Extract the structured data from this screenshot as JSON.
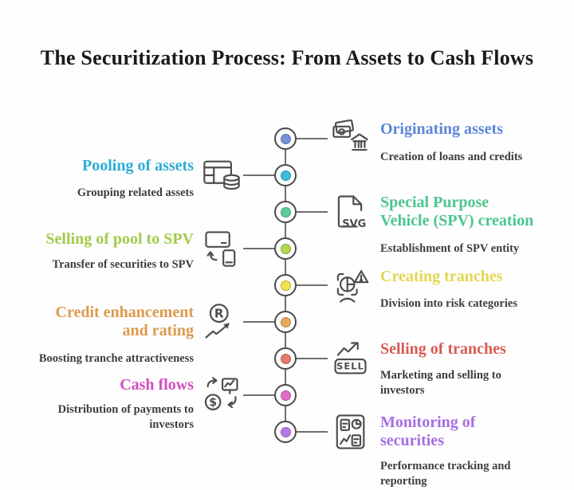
{
  "title": "The Securitization Process: From Assets to Cash Flows",
  "colors": {
    "heading": "#1b1b1b",
    "subtitle": "#3d3d3d",
    "icon": "#4d4d4d",
    "timeline_line": "#6f6f6f",
    "node_ring": "#4a4a4a"
  },
  "steps": [
    {
      "title": "Originating assets",
      "title_lines": [
        "Originating assets"
      ],
      "subtitle": "Creation of loans and credits",
      "subtitle_lines": [
        "Creation of loans and credits"
      ],
      "side": "right",
      "color": "#5b85d8",
      "node_color": "#7492da",
      "icon": "bank-money-icon"
    },
    {
      "title": "Pooling of assets",
      "title_lines": [
        "Pooling of assets"
      ],
      "subtitle": "Grouping related assets",
      "subtitle_lines": [
        "Grouping related assets"
      ],
      "side": "left",
      "color": "#2cacd6",
      "node_color": "#3dbcdc",
      "icon": "table-database-icon"
    },
    {
      "title": "Special Purpose Vehicle (SPV) creation",
      "title_lines": [
        "Special Purpose",
        "Vehicle (SPV) creation"
      ],
      "subtitle": "Establishment of SPV entity",
      "subtitle_lines": [
        "Establishment of SPV entity"
      ],
      "side": "right",
      "color": "#4bc68e",
      "node_color": "#5bcd96",
      "icon": "svg-file-icon",
      "icon_text": "SVG"
    },
    {
      "title": "Selling of pool to SPV",
      "title_lines": [
        "Selling of pool to SPV"
      ],
      "subtitle": "Transfer of securities to SPV",
      "subtitle_lines": [
        "Transfer of securities to SPV"
      ],
      "side": "left",
      "color": "#a2cb4b",
      "node_color": "#b1d84f",
      "icon": "card-transfer-icon"
    },
    {
      "title": "Creating tranches",
      "title_lines": [
        "Creating tranches"
      ],
      "subtitle": "Division into risk categories",
      "subtitle_lines": [
        "Division into risk categories"
      ],
      "side": "right",
      "color": "#e3d74f",
      "node_color": "#eee24f",
      "icon": "face-warning-icon"
    },
    {
      "title": "Credit enhancement and rating",
      "title_lines": [
        "Credit enhancement",
        "and rating"
      ],
      "subtitle": "Boosting tranche attractiveness",
      "subtitle_lines": [
        "Boosting tranche attractiveness"
      ],
      "side": "left",
      "color": "#dc9a4e",
      "node_color": "#e8a95e",
      "icon": "rating-arrow-icon",
      "icon_text": "R"
    },
    {
      "title": "Selling of tranches",
      "title_lines": [
        "Selling of tranches"
      ],
      "subtitle": "Marketing and selling to investors",
      "subtitle_lines": [
        "Marketing and selling to",
        "investors"
      ],
      "side": "right",
      "color": "#d85a52",
      "node_color": "#e8796d",
      "icon": "sell-chart-icon",
      "icon_text": "SELL"
    },
    {
      "title": "Cash flows",
      "title_lines": [
        "Cash flows"
      ],
      "subtitle": "Distribution of payments to investors",
      "subtitle_lines": [
        "Distribution of payments to",
        "investors"
      ],
      "side": "left",
      "color": "#d04fc0",
      "node_color": "#e06cc8",
      "icon": "money-exchange-icon",
      "icon_text": "$"
    },
    {
      "title": "Monitoring of securities",
      "title_lines": [
        "Monitoring of",
        "securities"
      ],
      "subtitle": "Performance tracking and reporting",
      "subtitle_lines": [
        "Performance tracking and",
        "reporting"
      ],
      "side": "right",
      "color": "#a76ee3",
      "node_color": "#b778ea",
      "icon": "dashboard-icon"
    }
  ]
}
